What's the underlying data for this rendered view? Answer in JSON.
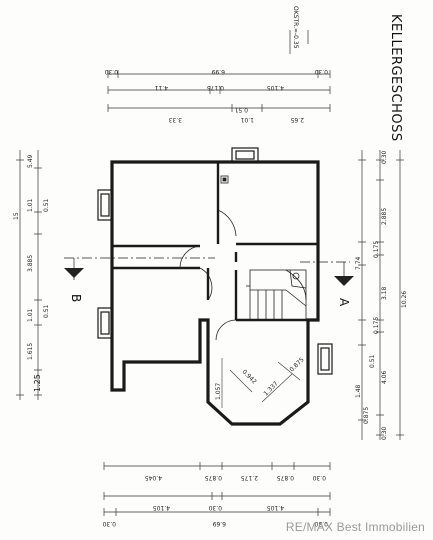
{
  "title": "KELLERGESCHOSS",
  "okstr_label": "OKSTR.=-0.35",
  "section_markers": {
    "a": "A",
    "b": "B"
  },
  "watermark": "RE/MAX Best Immobilien",
  "dimensions": {
    "top_row1": [
      "0.30",
      "6.99",
      "0.30"
    ],
    "top_row2": [
      "4.11",
      "0.175",
      "4.105"
    ],
    "top_row3": [
      "3.33",
      "1.01",
      "2.65"
    ],
    "top_small": "0.51",
    "left": [
      "5.49",
      "1.01",
      "3.885",
      "1.01",
      "1.615",
      "1.25",
      "0.51",
      "0.51",
      "15"
    ],
    "right_a": [
      "0.30",
      "2.885",
      "0.175",
      "3.18",
      "0.175",
      "4.06",
      "0.875",
      "0.30"
    ],
    "right_b": [
      "7.74",
      "0.51",
      "1.48",
      "10.26"
    ],
    "bottom_row1": [
      "4.045",
      "0.875",
      "2.175",
      "0.875",
      "0.30"
    ],
    "bottom_row2": [
      "4.105",
      "4.105",
      "0.30"
    ],
    "bottom_row3": [
      "0.30",
      "6.69",
      "0.30"
    ],
    "bay": [
      "0.875",
      "1.057",
      "0.942",
      "1.337"
    ]
  }
}
